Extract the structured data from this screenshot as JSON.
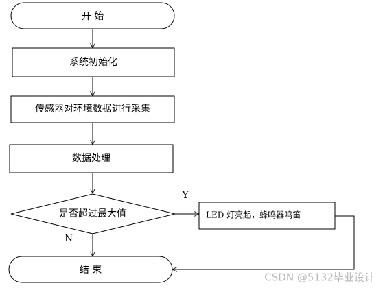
{
  "flowchart": {
    "start": "开 始",
    "init": "系统初始化",
    "collect": "传感器对环境数据进行采集",
    "process": "数据处理",
    "decision": "是否超过最大值",
    "yes_label": "Y",
    "no_label": "N",
    "alarm": "LED 灯亮起，蜂鸣器鸣笛",
    "end": "结 束"
  },
  "watermark": "CSDN @5132毕业设计"
}
